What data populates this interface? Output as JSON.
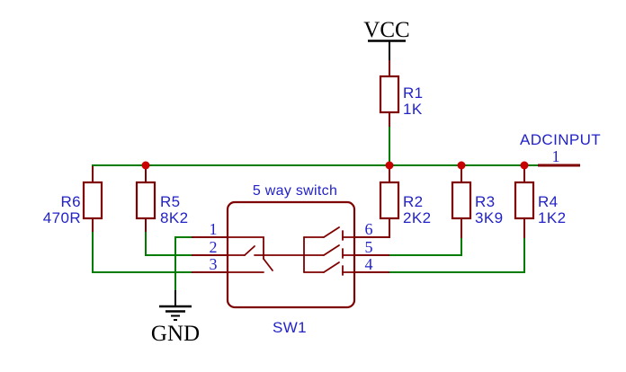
{
  "schematic": {
    "power": {
      "vcc_label": "VCC",
      "gnd_label": "GND"
    },
    "terminal": {
      "name": "ADCINPUT",
      "pin": "1"
    },
    "resistors": [
      {
        "ref": "R1",
        "value": "1K"
      },
      {
        "ref": "R6",
        "value": "470R"
      },
      {
        "ref": "R5",
        "value": "8K2"
      },
      {
        "ref": "R2",
        "value": "2K2"
      },
      {
        "ref": "R3",
        "value": "3K9"
      },
      {
        "ref": "R4",
        "value": "1K2"
      }
    ],
    "switch": {
      "title": "5 way switch",
      "ref": "SW1",
      "left_pins": [
        "1",
        "2",
        "3"
      ],
      "right_pins": [
        "6",
        "5",
        "4"
      ]
    },
    "colors": {
      "wire_green": "#007d00",
      "component_maroon": "#7e0000",
      "junction_red": "#c80000",
      "label_blue": "#2222c8",
      "power_black": "#000000",
      "background": "#ffffff"
    }
  }
}
